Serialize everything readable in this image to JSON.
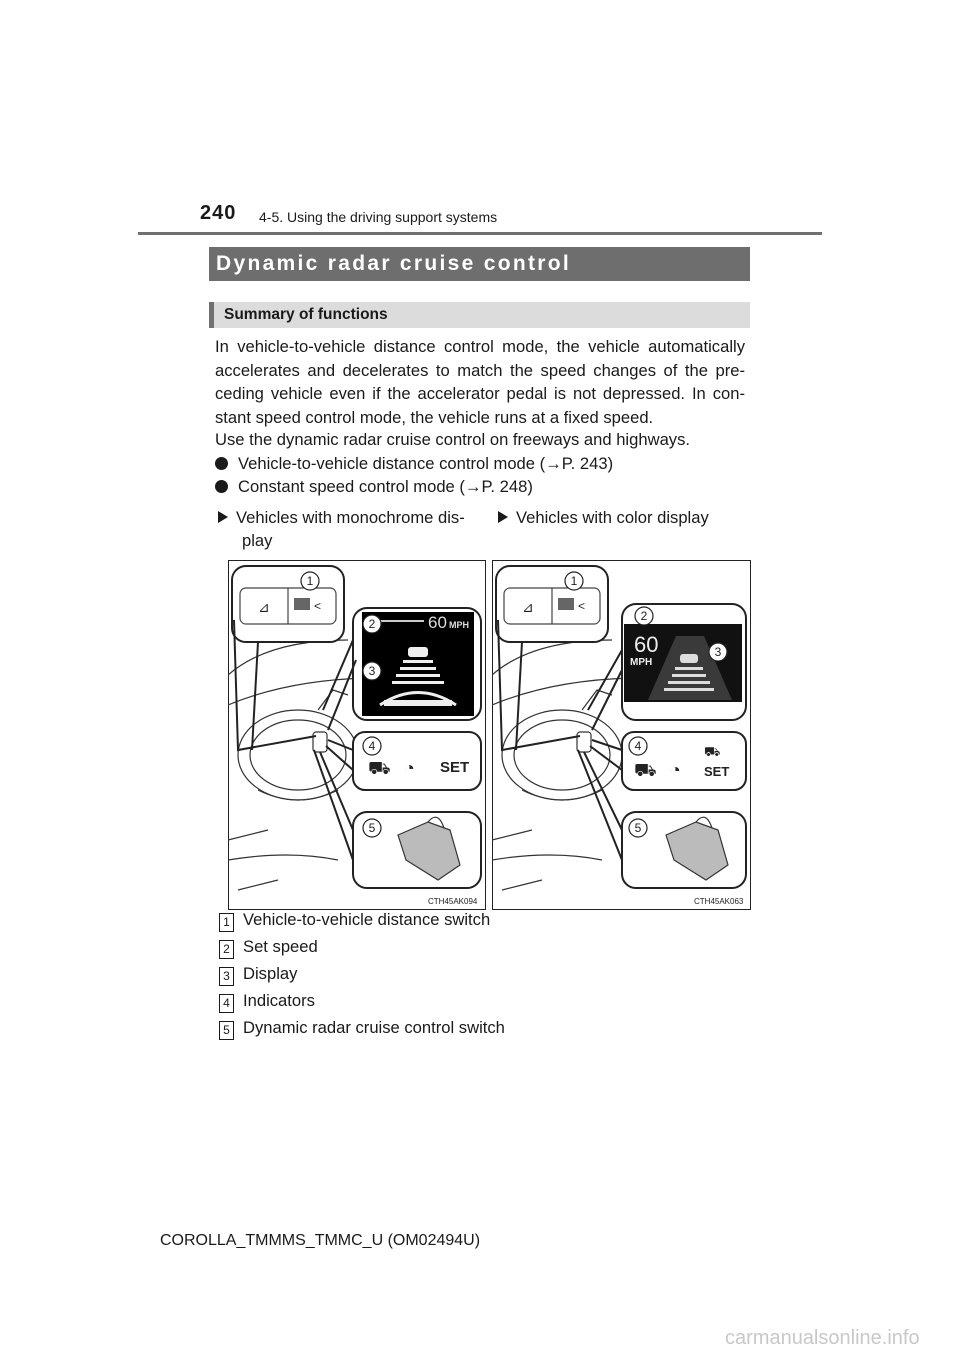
{
  "header": {
    "page_number": "240",
    "section_path": "4-5. Using the driving support systems"
  },
  "title": "Dynamic radar cruise control",
  "subheading": "Summary of functions",
  "paragraphs": [
    "In vehicle-to-vehicle distance control mode, the vehicle automatically accelerates and decelerates to match the speed changes of the pre-ceding vehicle even if the accelerator pedal is not depressed. In con-stant speed control mode, the vehicle runs at a fixed speed.",
    "Use the dynamic radar cruise control on freeways and highways."
  ],
  "bullets": [
    "Vehicle-to-vehicle distance control mode (→P. 243)",
    "Constant speed control mode (→P. 248)"
  ],
  "columns": {
    "left_line1": "Vehicles with monochrome dis-",
    "left_line2": "play",
    "right": "Vehicles with color display"
  },
  "figure": {
    "left_code": "CTH45AK094",
    "right_code": "CTH45AK063",
    "callouts": [
      "1",
      "2",
      "3",
      "4",
      "5"
    ],
    "left_speed": "60",
    "left_unit": "MPH",
    "left_set": "SET",
    "right_speed": "60",
    "right_unit": "MPH",
    "right_set": "SET"
  },
  "legend": [
    {
      "num": "1",
      "label": "Vehicle-to-vehicle distance switch"
    },
    {
      "num": "2",
      "label": "Set speed"
    },
    {
      "num": "3",
      "label": "Display"
    },
    {
      "num": "4",
      "label": "Indicators"
    },
    {
      "num": "5",
      "label": "Dynamic radar cruise control switch"
    }
  ],
  "footer": "COROLLA_TMMMS_TMMC_U (OM02494U)",
  "watermark": "carmanualsonline.info"
}
